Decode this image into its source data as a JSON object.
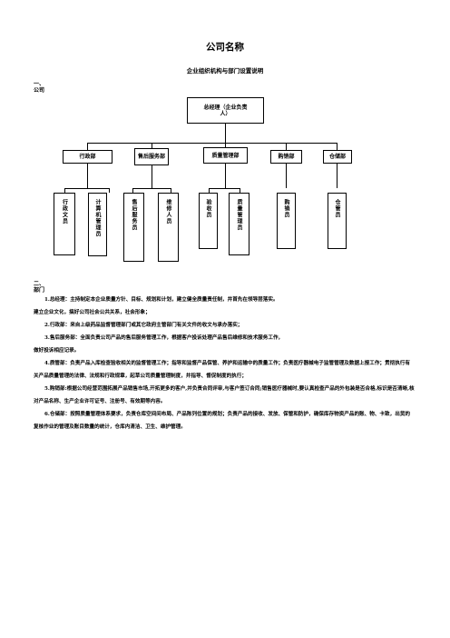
{
  "title": "公司名称",
  "subtitle": "企业组织机构与部门设置说明",
  "section1": {
    "num": "一、",
    "label": "公司"
  },
  "section2": {
    "num": "二、",
    "label": "部门"
  },
  "org": {
    "gm": "总经理（企业负责人）",
    "departments": [
      "行政部",
      "售后服务部",
      "质量管理部",
      "购销部",
      "仓储部"
    ],
    "staff": [
      "行政文员",
      "计算机管理员",
      "售后服务员",
      "维修人员",
      "验收员",
      "质量管理员",
      "购销员",
      "仓管员"
    ]
  },
  "paragraphs": [
    {
      "indent": true,
      "text": "1.总经理：主持制定本企业质量方针、目标、规划和计划，建立健全质量责任制，并首先在领导层落实。"
    },
    {
      "indent": false,
      "text": "建立企业文化，搞好公司社会公共关系，社会形象；"
    },
    {
      "indent": true,
      "text": "2.行政部：来自上级药品监督管理部门或其它政府主管部门有关文件的收文与承办落实；"
    },
    {
      "indent": true,
      "text": "3.售后服务部：全面负责公司产品的售后服务管理工作，根据客户投诉处理产品售后维修和技术服务工作，"
    },
    {
      "indent": false,
      "text": "做好投诉相应记录。"
    },
    {
      "indent": true,
      "text": "4.质管部：负责产品入库检查验收相关的监督管理工作；指导和监督产品保管、养护和运输中的质量工作；负责医疗器械电子监管管理及数据上报工作；贯彻执行有关产品质量管理的法律、法规和行政规章，起草公司质量管理制度，并指导、督促制度的执行；"
    },
    {
      "indent": true,
      "text": "5.购销部:根据公司经营范围拓展产品销售市场,开拓更多的客户,并负责合同评审,与客户签订合同;销售医疗器械时,要认真检查产品的外包装是否合格,标识是否清晰,核对产品名称、生产企业许可证号、注册号、有效期等内容。"
    },
    {
      "indent": true,
      "text": "6.仓储部：按照质量管理体系要求，负责仓库空间间布局、产品陈列位置的规划；负责产品的接收、发放、保管和防护，确保库存物资产品的账、物、卡致，出货的复核作业的管理及账目数量的统计，仓库内清洁、卫生、维护管理。"
    }
  ]
}
